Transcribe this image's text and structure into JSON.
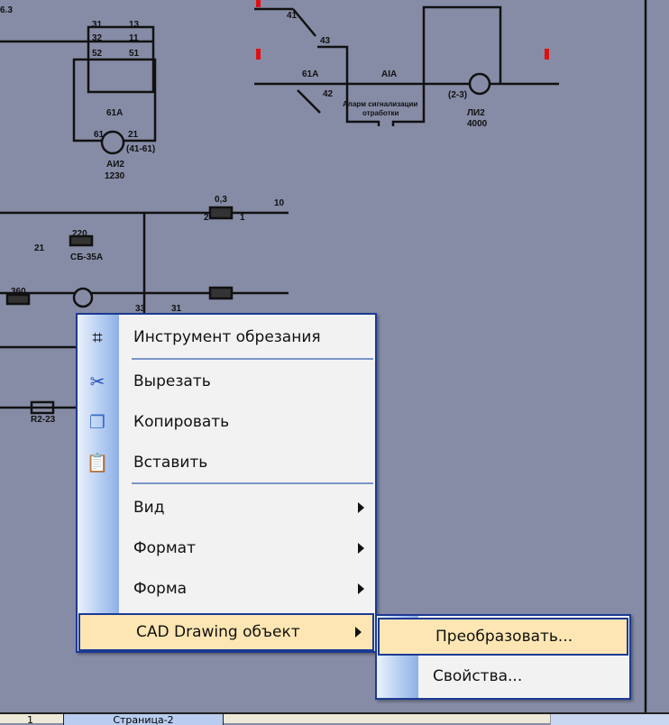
{
  "drawing": {
    "labels": [
      "31",
      "32",
      "52",
      "13",
      "11",
      "51",
      "61A",
      "61",
      "21",
      "(41-61)",
      "АИ2",
      "1230",
      "41",
      "43",
      "61А",
      "42",
      "АIА",
      "(2-3)",
      "ЛИ2",
      "4000",
      "Аларм сигнализации",
      "отработки",
      "0,3",
      "2",
      "1",
      "10",
      "220",
      "21",
      "СБ-35А",
      "360",
      "33",
      "31",
      "R2-23",
      "6.3"
    ]
  },
  "context_menu": {
    "items": [
      {
        "label": "Инструмент обрезания",
        "icon": "crop-icon"
      },
      {
        "label": "Вырезать",
        "icon": "scissors-icon"
      },
      {
        "label": "Копировать",
        "icon": "copy-icon"
      },
      {
        "label": "Вставить",
        "icon": "paste-icon"
      },
      {
        "label": "Вид",
        "submenu": true
      },
      {
        "label": "Формат",
        "submenu": true
      },
      {
        "label": "Форма",
        "submenu": true
      },
      {
        "label": "CAD Drawing объект",
        "submenu": true,
        "highlighted": true
      }
    ]
  },
  "submenu": {
    "items": [
      {
        "label": "Преобразовать...",
        "highlighted": true
      },
      {
        "label": "Свойства..."
      }
    ]
  },
  "page_tabs": [
    {
      "label": "1"
    },
    {
      "label": "Страница-2",
      "active": true
    }
  ],
  "colors": {
    "highlight": "#fde6b3",
    "menu_border": "#1c3a94",
    "canvas": "#868ca6"
  }
}
